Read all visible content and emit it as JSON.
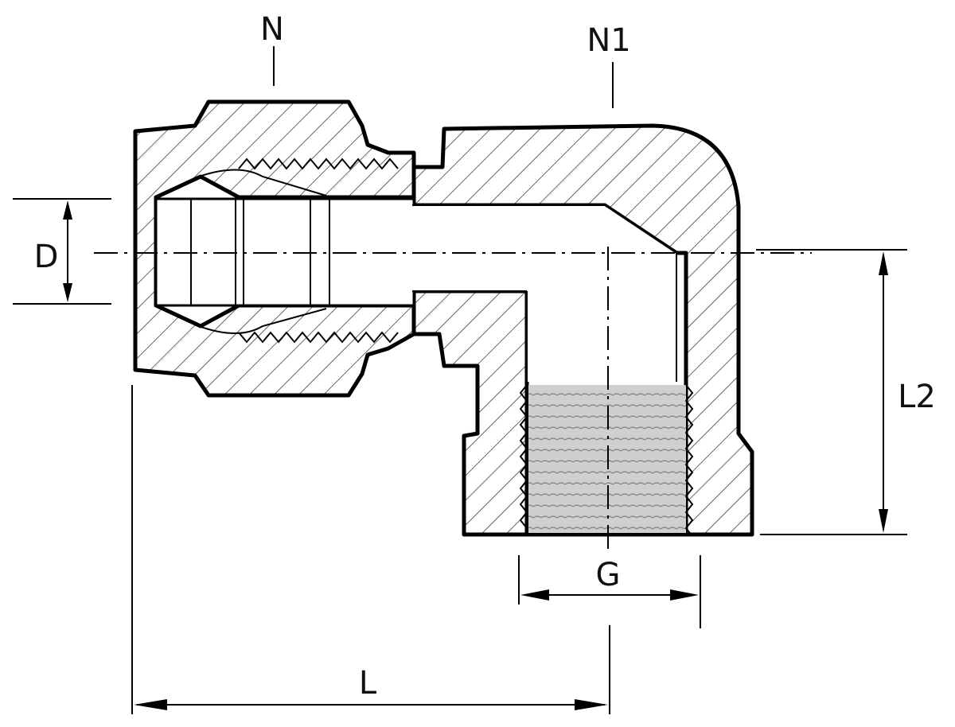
{
  "labels": {
    "N": "N",
    "N1": "N1",
    "D": "D",
    "L2": "L2",
    "G": "G",
    "L": "L"
  },
  "colors": {
    "line": "#000000",
    "background": "#ffffff",
    "thread_fill": "#c8c8c8"
  }
}
